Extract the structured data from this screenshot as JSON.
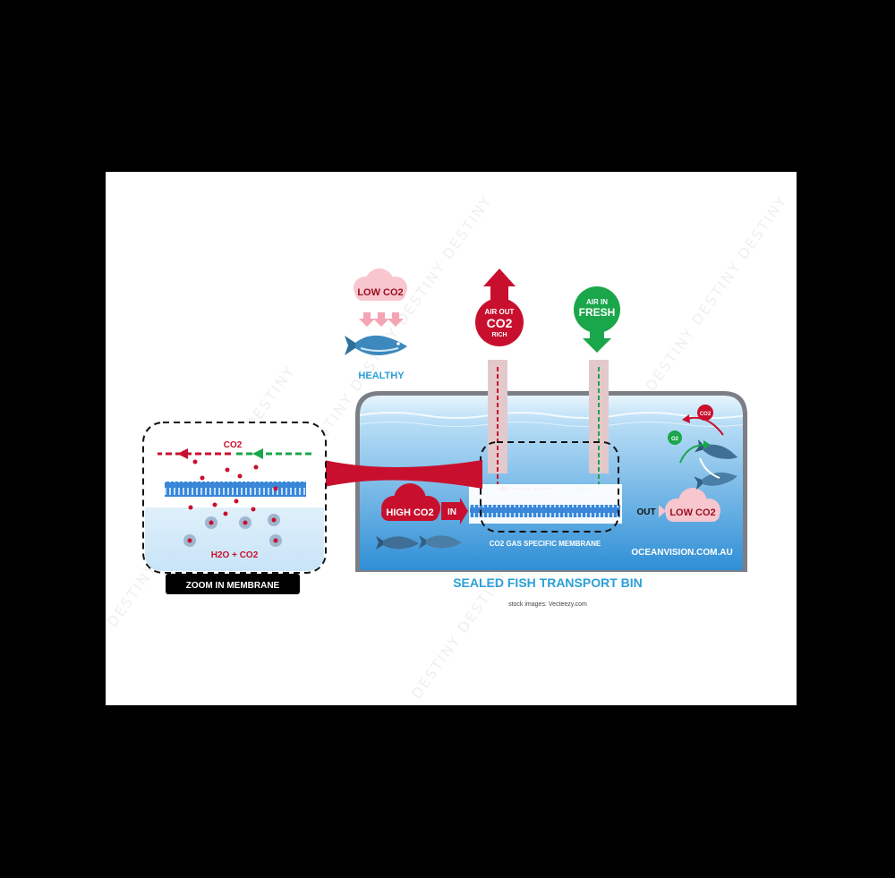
{
  "labels": {
    "low_co2_top": "LOW CO2",
    "healthy": "HEALTHY",
    "air_out_line1": "AIR OUT",
    "air_out_line2": "CO2",
    "air_out_line3": "RICH",
    "air_in_line1": "AIR IN",
    "air_in_line2": "FRESH",
    "co2_badge": "CO2",
    "o2_badge": "O2",
    "high_co2": "HIGH CO2",
    "in_label": "IN",
    "out_label": "OUT",
    "low_co2_right": "LOW CO2",
    "membrane_caption": "CO2 GAS SPECIFIC MEMBRANE",
    "website": "OCEANVISION.COM.AU",
    "bin_title": "SEALED FISH TRANSPORT BIN",
    "zoom_co2": "CO2",
    "zoom_h2o": "H2O + CO2",
    "zoom_title": "ZOOM IN MEMBRANE",
    "stock_credit": "stock images: Vecteezy.com",
    "watermark": "DESTINY DESTINY DESTINY DESTINY"
  },
  "colors": {
    "co2_red": "#c8102e",
    "fresh_green": "#1aa64a",
    "water_blue": "#3c9fe0",
    "title_blue": "#2b9fd8",
    "bin_gray": "#7b7f85",
    "pink_cloud": "#f7c6cf"
  },
  "icons": [
    "cloud-icon",
    "fish-icon",
    "arrow-up-icon",
    "arrow-down-icon",
    "membrane-icon"
  ]
}
